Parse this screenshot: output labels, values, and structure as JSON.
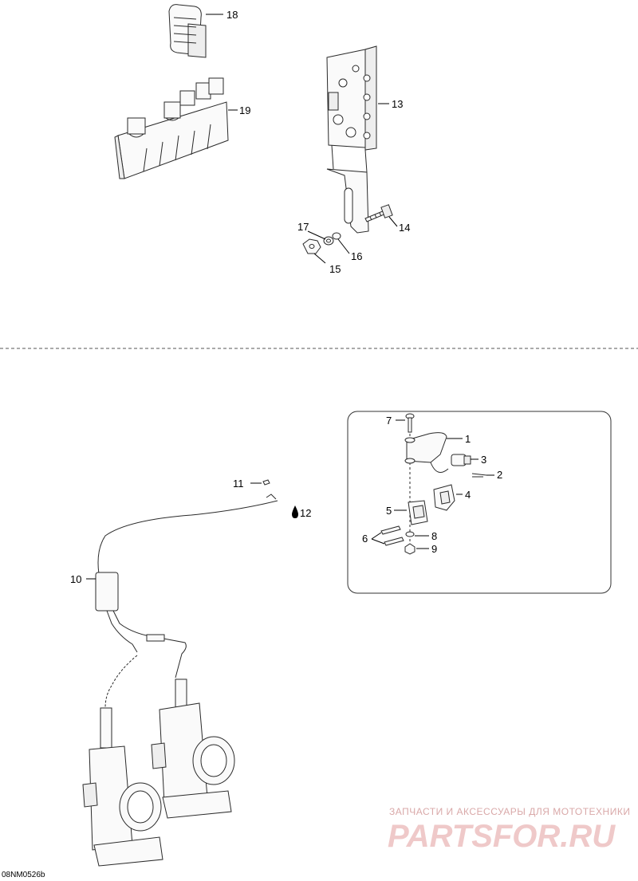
{
  "callouts": {
    "c1": "1",
    "c2": "2",
    "c3": "3",
    "c4": "4",
    "c5": "5",
    "c6": "6",
    "c7": "7",
    "c8": "8",
    "c9": "9",
    "c10": "10",
    "c11": "11",
    "c12": "12",
    "c13": "13",
    "c14": "14",
    "c15": "15",
    "c16": "16",
    "c17": "17",
    "c18": "18",
    "c19": "19"
  },
  "reference_code": "08NM0526b",
  "watermark": {
    "tagline": "ЗАПЧАСТИ И АКСЕССУАРЫ ДЛЯ МОТОТЕХНИКИ",
    "logo_text": "PARTSFOR.RU"
  }
}
